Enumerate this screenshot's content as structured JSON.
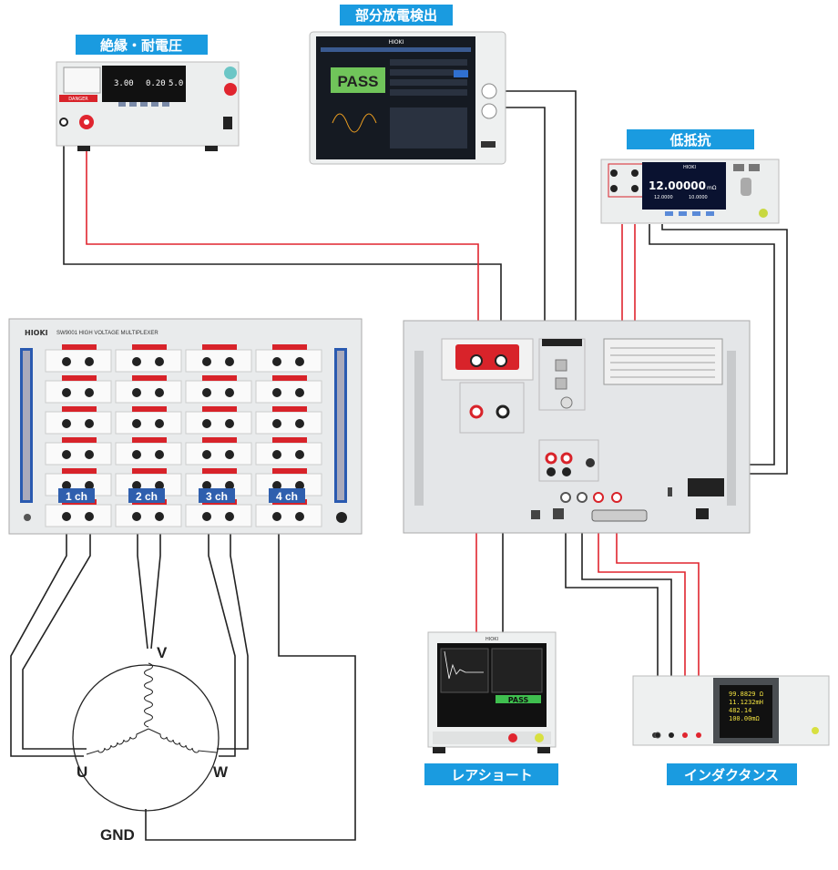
{
  "labels": {
    "insulation": "絶縁・耐電圧",
    "partial_discharge": "部分放電検出",
    "low_resistance": "低抵抗",
    "rare_short": "レアショート",
    "inductance": "インダクタンス"
  },
  "brand": "HIOKI",
  "insulation_display": {
    "voltage": "3.00",
    "current": "0.20",
    "time": "5.0",
    "danger": "DANGER"
  },
  "pd_display": {
    "result": "PASS"
  },
  "low_res_display": {
    "main": "12.00000",
    "unit": "mΩ",
    "sub1": "12.0000",
    "sub2": "10.0000"
  },
  "multiplexer": {
    "model": "SW9001 HIGH VOLTAGE MULTIPLEXER",
    "channels": [
      "1 ch",
      "2 ch",
      "3 ch",
      "4 ch"
    ]
  },
  "rare_short_display": {
    "result": "PASS"
  },
  "inductance_display": {
    "lines": [
      "99.8829 Ω",
      "11.1232mH",
      "482.14",
      "100.00mΩ"
    ]
  },
  "motor": {
    "u": "U",
    "v": "V",
    "w": "W",
    "gnd": "GND"
  },
  "colors": {
    "label_bg": "#1a9be0",
    "channel_bg": "#2f5fae",
    "wire_red": "#e0252f",
    "wire_black": "#222222",
    "panel_red": "#d8232a"
  }
}
